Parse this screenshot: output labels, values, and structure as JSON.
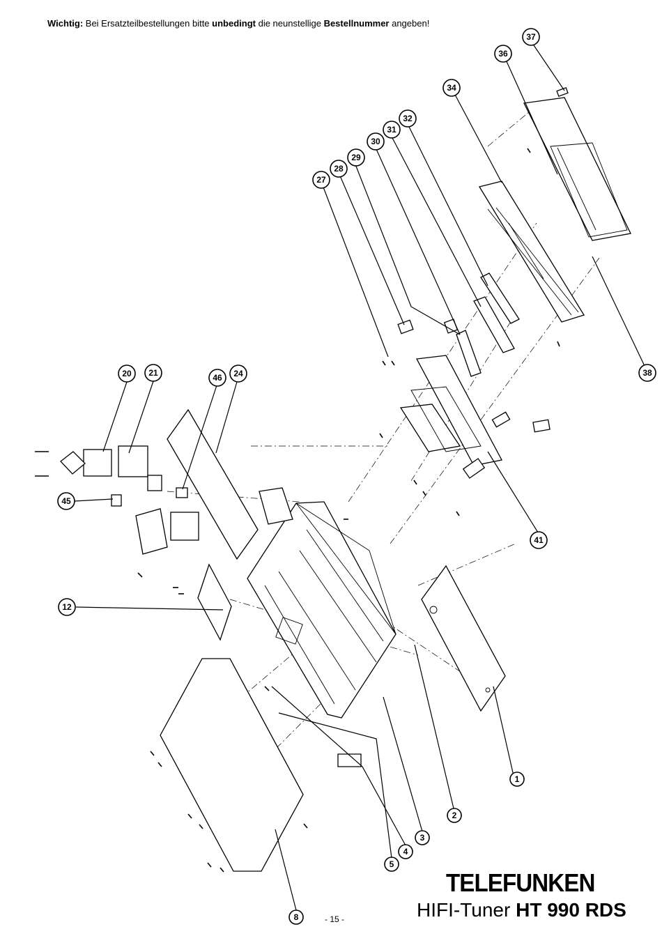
{
  "notice": {
    "label": "Wichtig:",
    "part1": " Bei Ersatzteilbestellungen bitte ",
    "emph1": "unbedingt",
    "part2": " die neunstellige ",
    "emph2": "Bestellnummer",
    "part3": " angeben!"
  },
  "callouts": [
    {
      "id": "1",
      "label": "1"
    },
    {
      "id": "2",
      "label": "2"
    },
    {
      "id": "3",
      "label": "3"
    },
    {
      "id": "4",
      "label": "4"
    },
    {
      "id": "5",
      "label": "5"
    },
    {
      "id": "8",
      "label": "8"
    },
    {
      "id": "12",
      "label": "12"
    },
    {
      "id": "20",
      "label": "20"
    },
    {
      "id": "21",
      "label": "21"
    },
    {
      "id": "24",
      "label": "24"
    },
    {
      "id": "27",
      "label": "27"
    },
    {
      "id": "28",
      "label": "28"
    },
    {
      "id": "29",
      "label": "29"
    },
    {
      "id": "30",
      "label": "30"
    },
    {
      "id": "31",
      "label": "31"
    },
    {
      "id": "32",
      "label": "32"
    },
    {
      "id": "34",
      "label": "34"
    },
    {
      "id": "36",
      "label": "36"
    },
    {
      "id": "37",
      "label": "37"
    },
    {
      "id": "38",
      "label": "38"
    },
    {
      "id": "41",
      "label": "41"
    },
    {
      "id": "45",
      "label": "45"
    },
    {
      "id": "46",
      "label": "46"
    }
  ],
  "brand": "TELEFUNKEN",
  "model": {
    "prefix": "HIFI-Tuner ",
    "name": "HT 990 RDS"
  },
  "page_number": "- 15 -"
}
